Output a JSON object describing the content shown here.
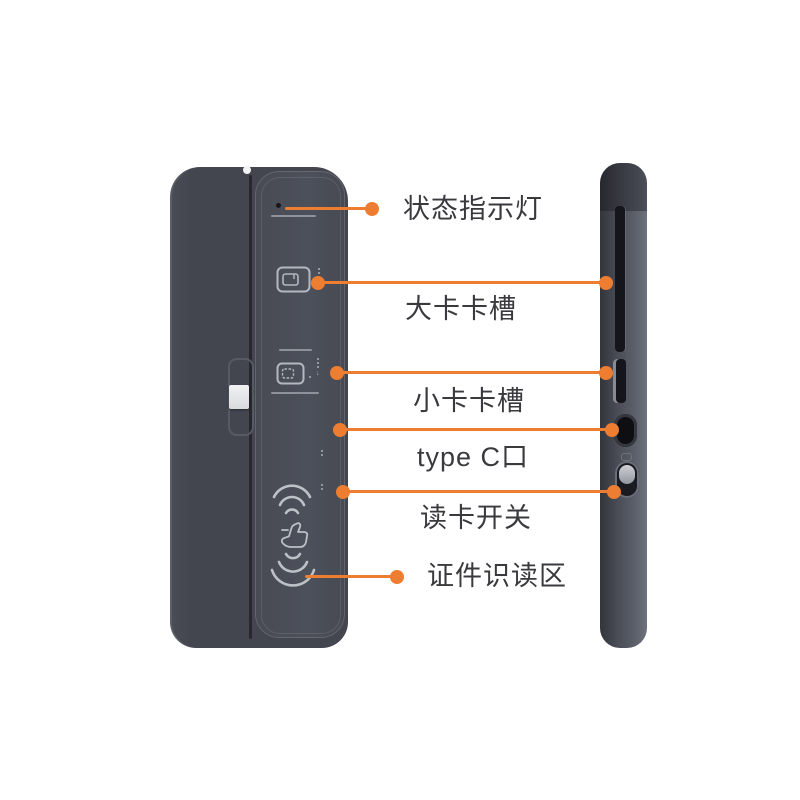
{
  "colors": {
    "accent": "#ED7D31",
    "device_body": "#43464E",
    "device_panel": "#4B505A",
    "icon_stroke": "#B3B8C0",
    "label_text": "#3A3A3E",
    "background": "#FFFFFF"
  },
  "annotations": [
    {
      "id": "status-indicator",
      "label": "状态指示灯"
    },
    {
      "id": "large-card-slot",
      "label": "大卡卡槽"
    },
    {
      "id": "small-card-slot",
      "label": "小卡卡槽"
    },
    {
      "id": "type-c-port",
      "label": "type C口"
    },
    {
      "id": "card-read-switch",
      "label": "读卡开关"
    },
    {
      "id": "id-reading-area",
      "label": "证件识读区"
    }
  ],
  "front_view": {
    "icons": [
      "status-led-icon",
      "large-card-icon",
      "small-card-icon",
      "contactless-waves-icon",
      "hand-swipe-icon",
      "reading-area-waves-icon"
    ],
    "slot_direction_arrow": "↓"
  },
  "side_view": {
    "features": [
      "large-card-slot-opening",
      "small-card-slot-opening",
      "usb-c-port",
      "slide-switch"
    ]
  }
}
